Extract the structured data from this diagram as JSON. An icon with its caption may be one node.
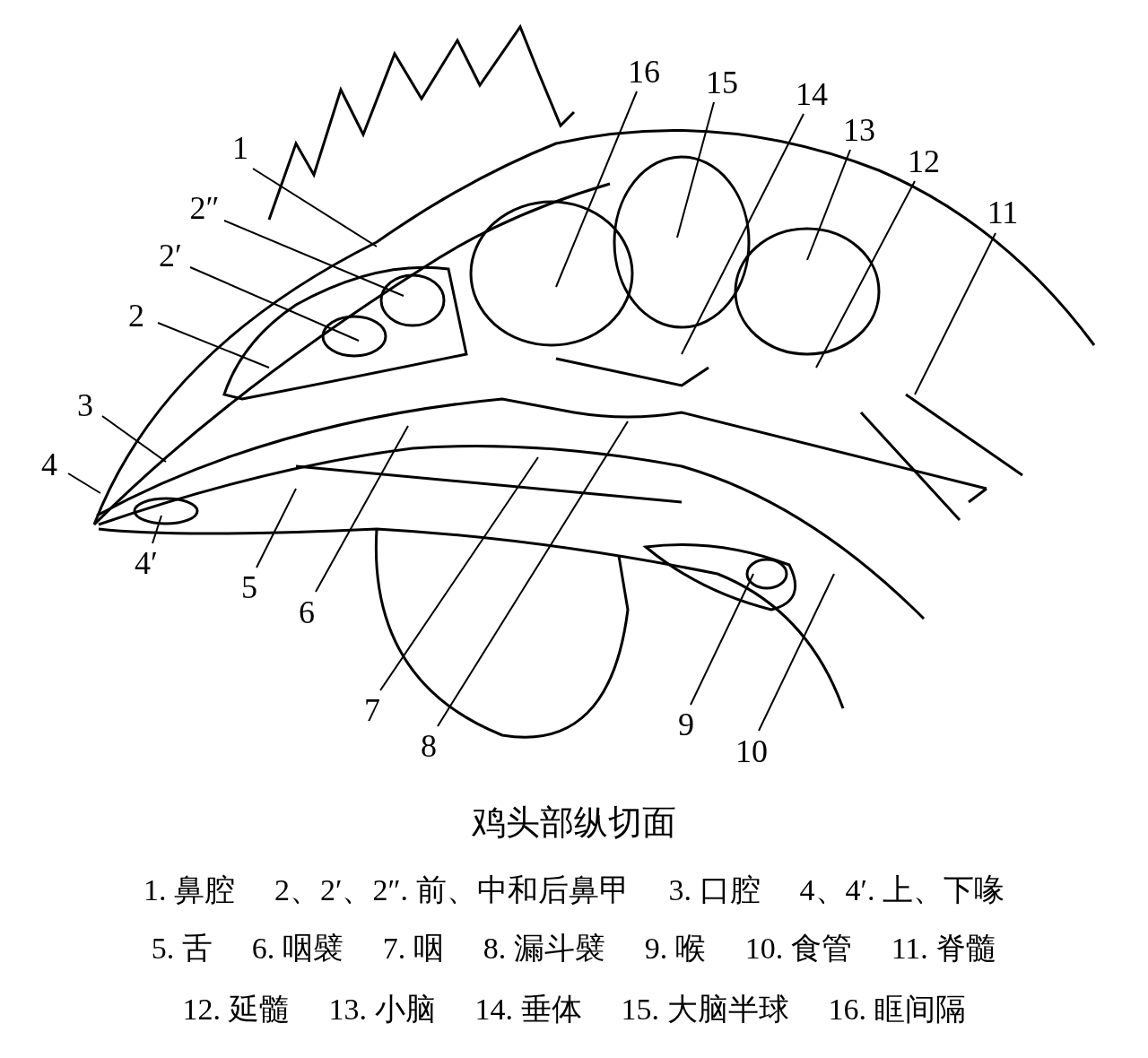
{
  "diagram": {
    "caption": "鸡头部纵切面",
    "nodes": [
      {
        "text": [
          "1"
        ]
      },
      {
        "text": [
          "2″"
        ]
      },
      {
        "text": [
          "2′"
        ]
      },
      {
        "text": [
          "2"
        ]
      },
      {
        "text": [
          "3"
        ]
      },
      {
        "text": [
          "4"
        ]
      },
      {
        "text": [
          "4′"
        ]
      },
      {
        "text": [
          "5"
        ]
      },
      {
        "text": [
          "6"
        ]
      },
      {
        "text": [
          "7"
        ]
      },
      {
        "text": [
          "8"
        ]
      },
      {
        "text": [
          "9"
        ]
      },
      {
        "text": [
          "10"
        ]
      },
      {
        "text": [
          "11"
        ]
      },
      {
        "text": [
          "12"
        ]
      },
      {
        "text": [
          "13"
        ]
      },
      {
        "text": [
          "14"
        ]
      },
      {
        "text": [
          "15"
        ]
      },
      {
        "text": [
          "16"
        ]
      }
    ],
    "edges": [
      {
        "from": 0,
        "to": null,
        "arrow": "none"
      },
      {
        "from": 1,
        "to": null,
        "arrow": "none"
      },
      {
        "from": 2,
        "to": null,
        "arrow": "none"
      },
      {
        "from": 3,
        "to": null,
        "arrow": "none"
      },
      {
        "from": 4,
        "to": null,
        "arrow": "none"
      },
      {
        "from": 5,
        "to": null,
        "arrow": "none"
      },
      {
        "from": 6,
        "to": null,
        "arrow": "none"
      },
      {
        "from": 7,
        "to": null,
        "arrow": "none"
      },
      {
        "from": 8,
        "to": null,
        "arrow": "none"
      },
      {
        "from": 9,
        "to": null,
        "arrow": "none"
      },
      {
        "from": 10,
        "to": null,
        "arrow": "none"
      },
      {
        "from": 11,
        "to": null,
        "arrow": "none"
      },
      {
        "from": 12,
        "to": null,
        "arrow": "none"
      },
      {
        "from": 13,
        "to": null,
        "arrow": "none"
      },
      {
        "from": 14,
        "to": null,
        "arrow": "none"
      },
      {
        "from": 15,
        "to": null,
        "arrow": "none"
      },
      {
        "from": 16,
        "to": null,
        "arrow": "none"
      },
      {
        "from": 17,
        "to": null,
        "arrow": "none"
      },
      {
        "from": 18,
        "to": null,
        "arrow": "none"
      }
    ],
    "labels": [
      "1. 鼻腔",
      "2、2′、2″. 前、中和后鼻甲",
      "3. 口腔",
      "4、4′. 上、下喙",
      "5. 舌",
      "6. 咽襞",
      "7. 咽",
      "8. 漏斗襞",
      "9. 喉",
      "10. 食管",
      "11. 脊髓",
      "12. 延髓",
      "13. 小脑",
      "14. 垂体",
      "15. 大脑半球",
      "16. 眶间隔"
    ]
  }
}
